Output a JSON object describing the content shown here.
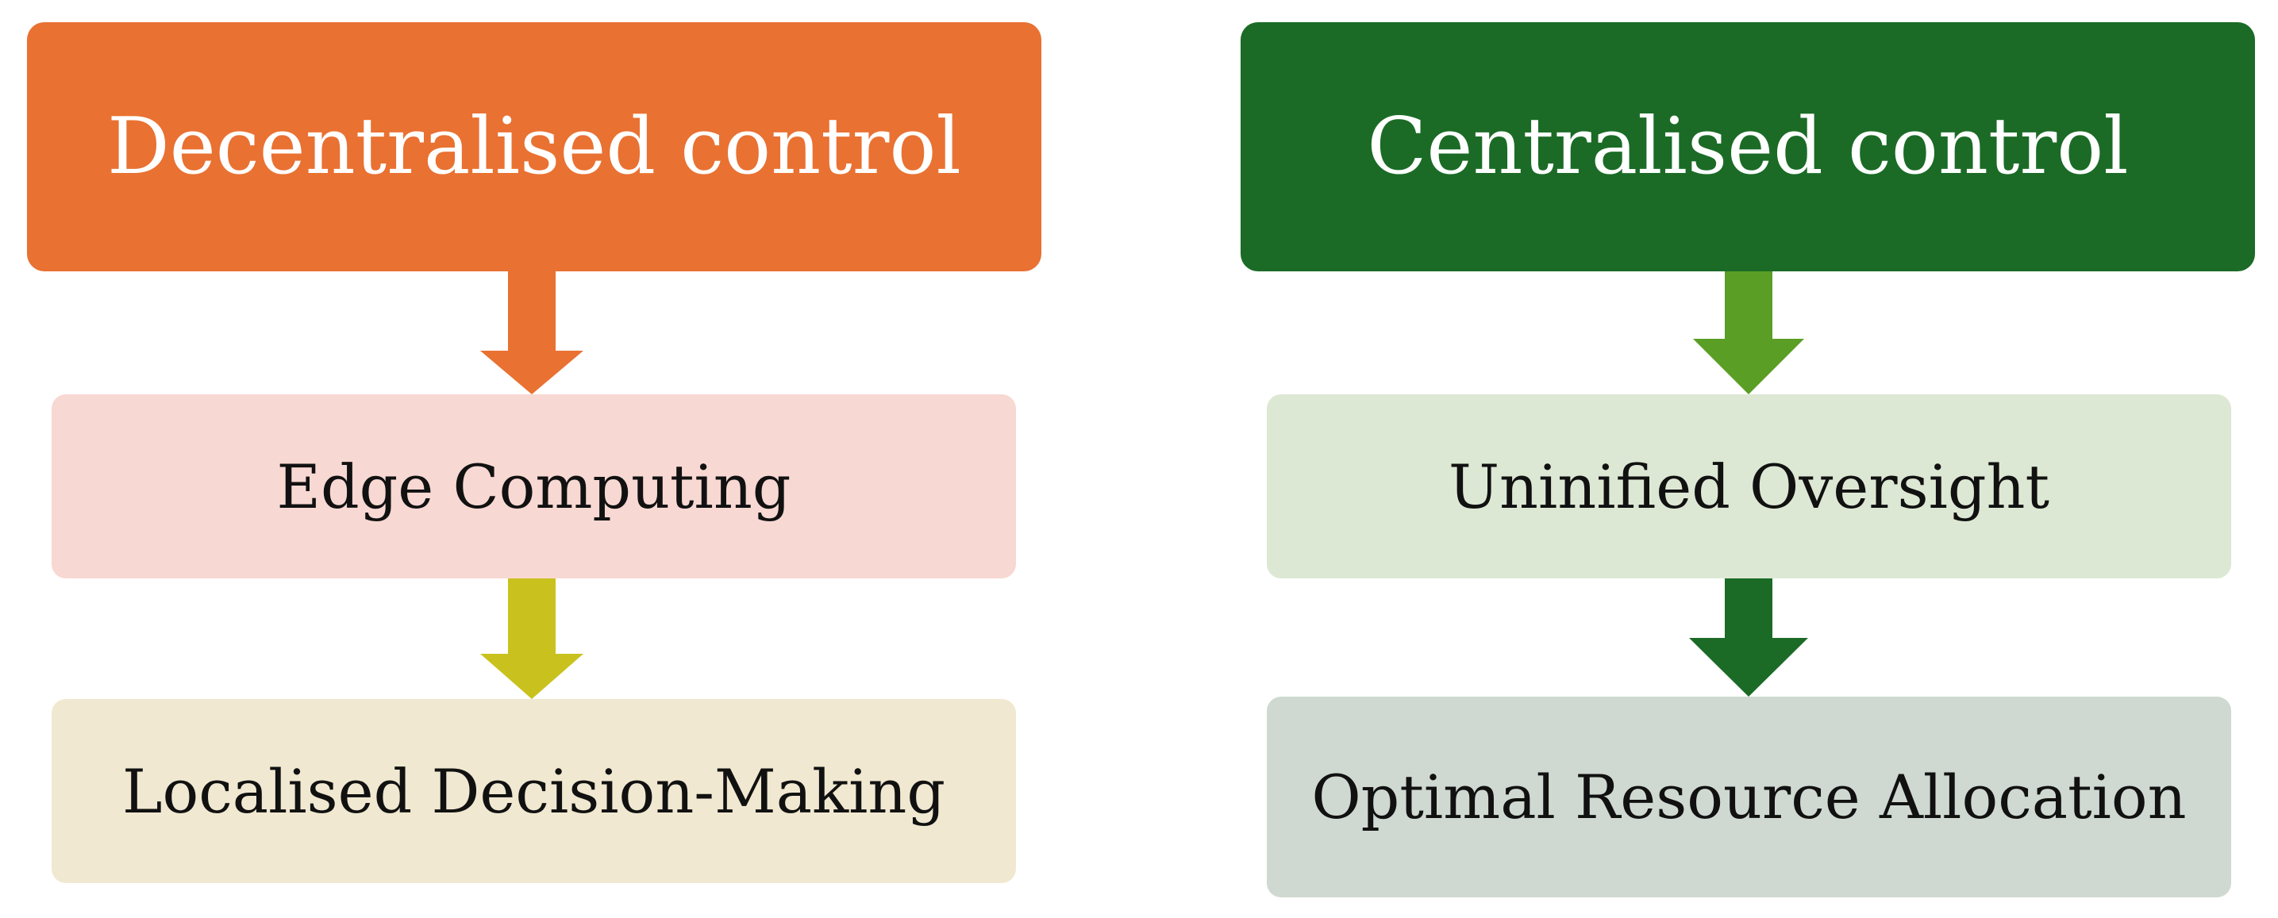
{
  "left": {
    "header": "Decentralised control",
    "step1": "Edge Computing",
    "step2": "Localised Decision-Making",
    "colors": {
      "header": "#e97132",
      "arrow1": "#e97132",
      "step1": "#f8d8d2",
      "arrow2": "#c9c21e",
      "step2": "#f0e8d0"
    }
  },
  "right": {
    "header": "Centralised control",
    "step1": "Uninified Oversight",
    "step2": "Optimal Resource Allocation",
    "colors": {
      "header": "#1b6b26",
      "arrow1": "#5a9e25",
      "step1": "#dde8d4",
      "arrow2": "#1b6b26",
      "step2": "#cfd9d1"
    }
  },
  "icons": [
    "arrow-down-icon"
  ]
}
